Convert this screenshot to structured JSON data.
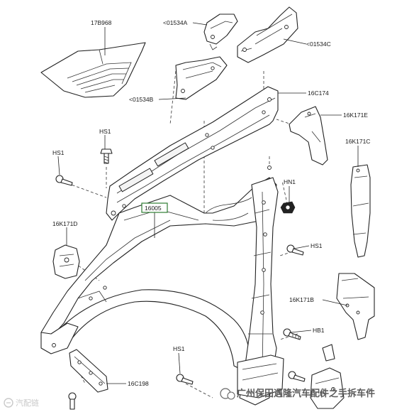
{
  "labels": {
    "p17b968": "17B968",
    "p01534a": "<01534A",
    "p01534c": "<01534C",
    "p01534b": "<01534B",
    "p16c174": "16C174",
    "p16k171e": "16K171E",
    "hs1_top": "HS1",
    "hs1_left": "HS1",
    "p16k171c": "16K171C",
    "hn1": "HN1",
    "p16005": "16005",
    "p16k171d": "16K171D",
    "hs1_mid": "HS1",
    "p16k171b": "16K171B",
    "hb1": "HB1",
    "hs1_bottom": "HS1",
    "p16c198": "16C198"
  },
  "watermark": {
    "left": "汽配链",
    "right": "广州保田遇隆汽车配件之手拆车件"
  },
  "colors": {
    "line": "#222222",
    "callout_box": "#2e7d32",
    "background": "#ffffff"
  }
}
